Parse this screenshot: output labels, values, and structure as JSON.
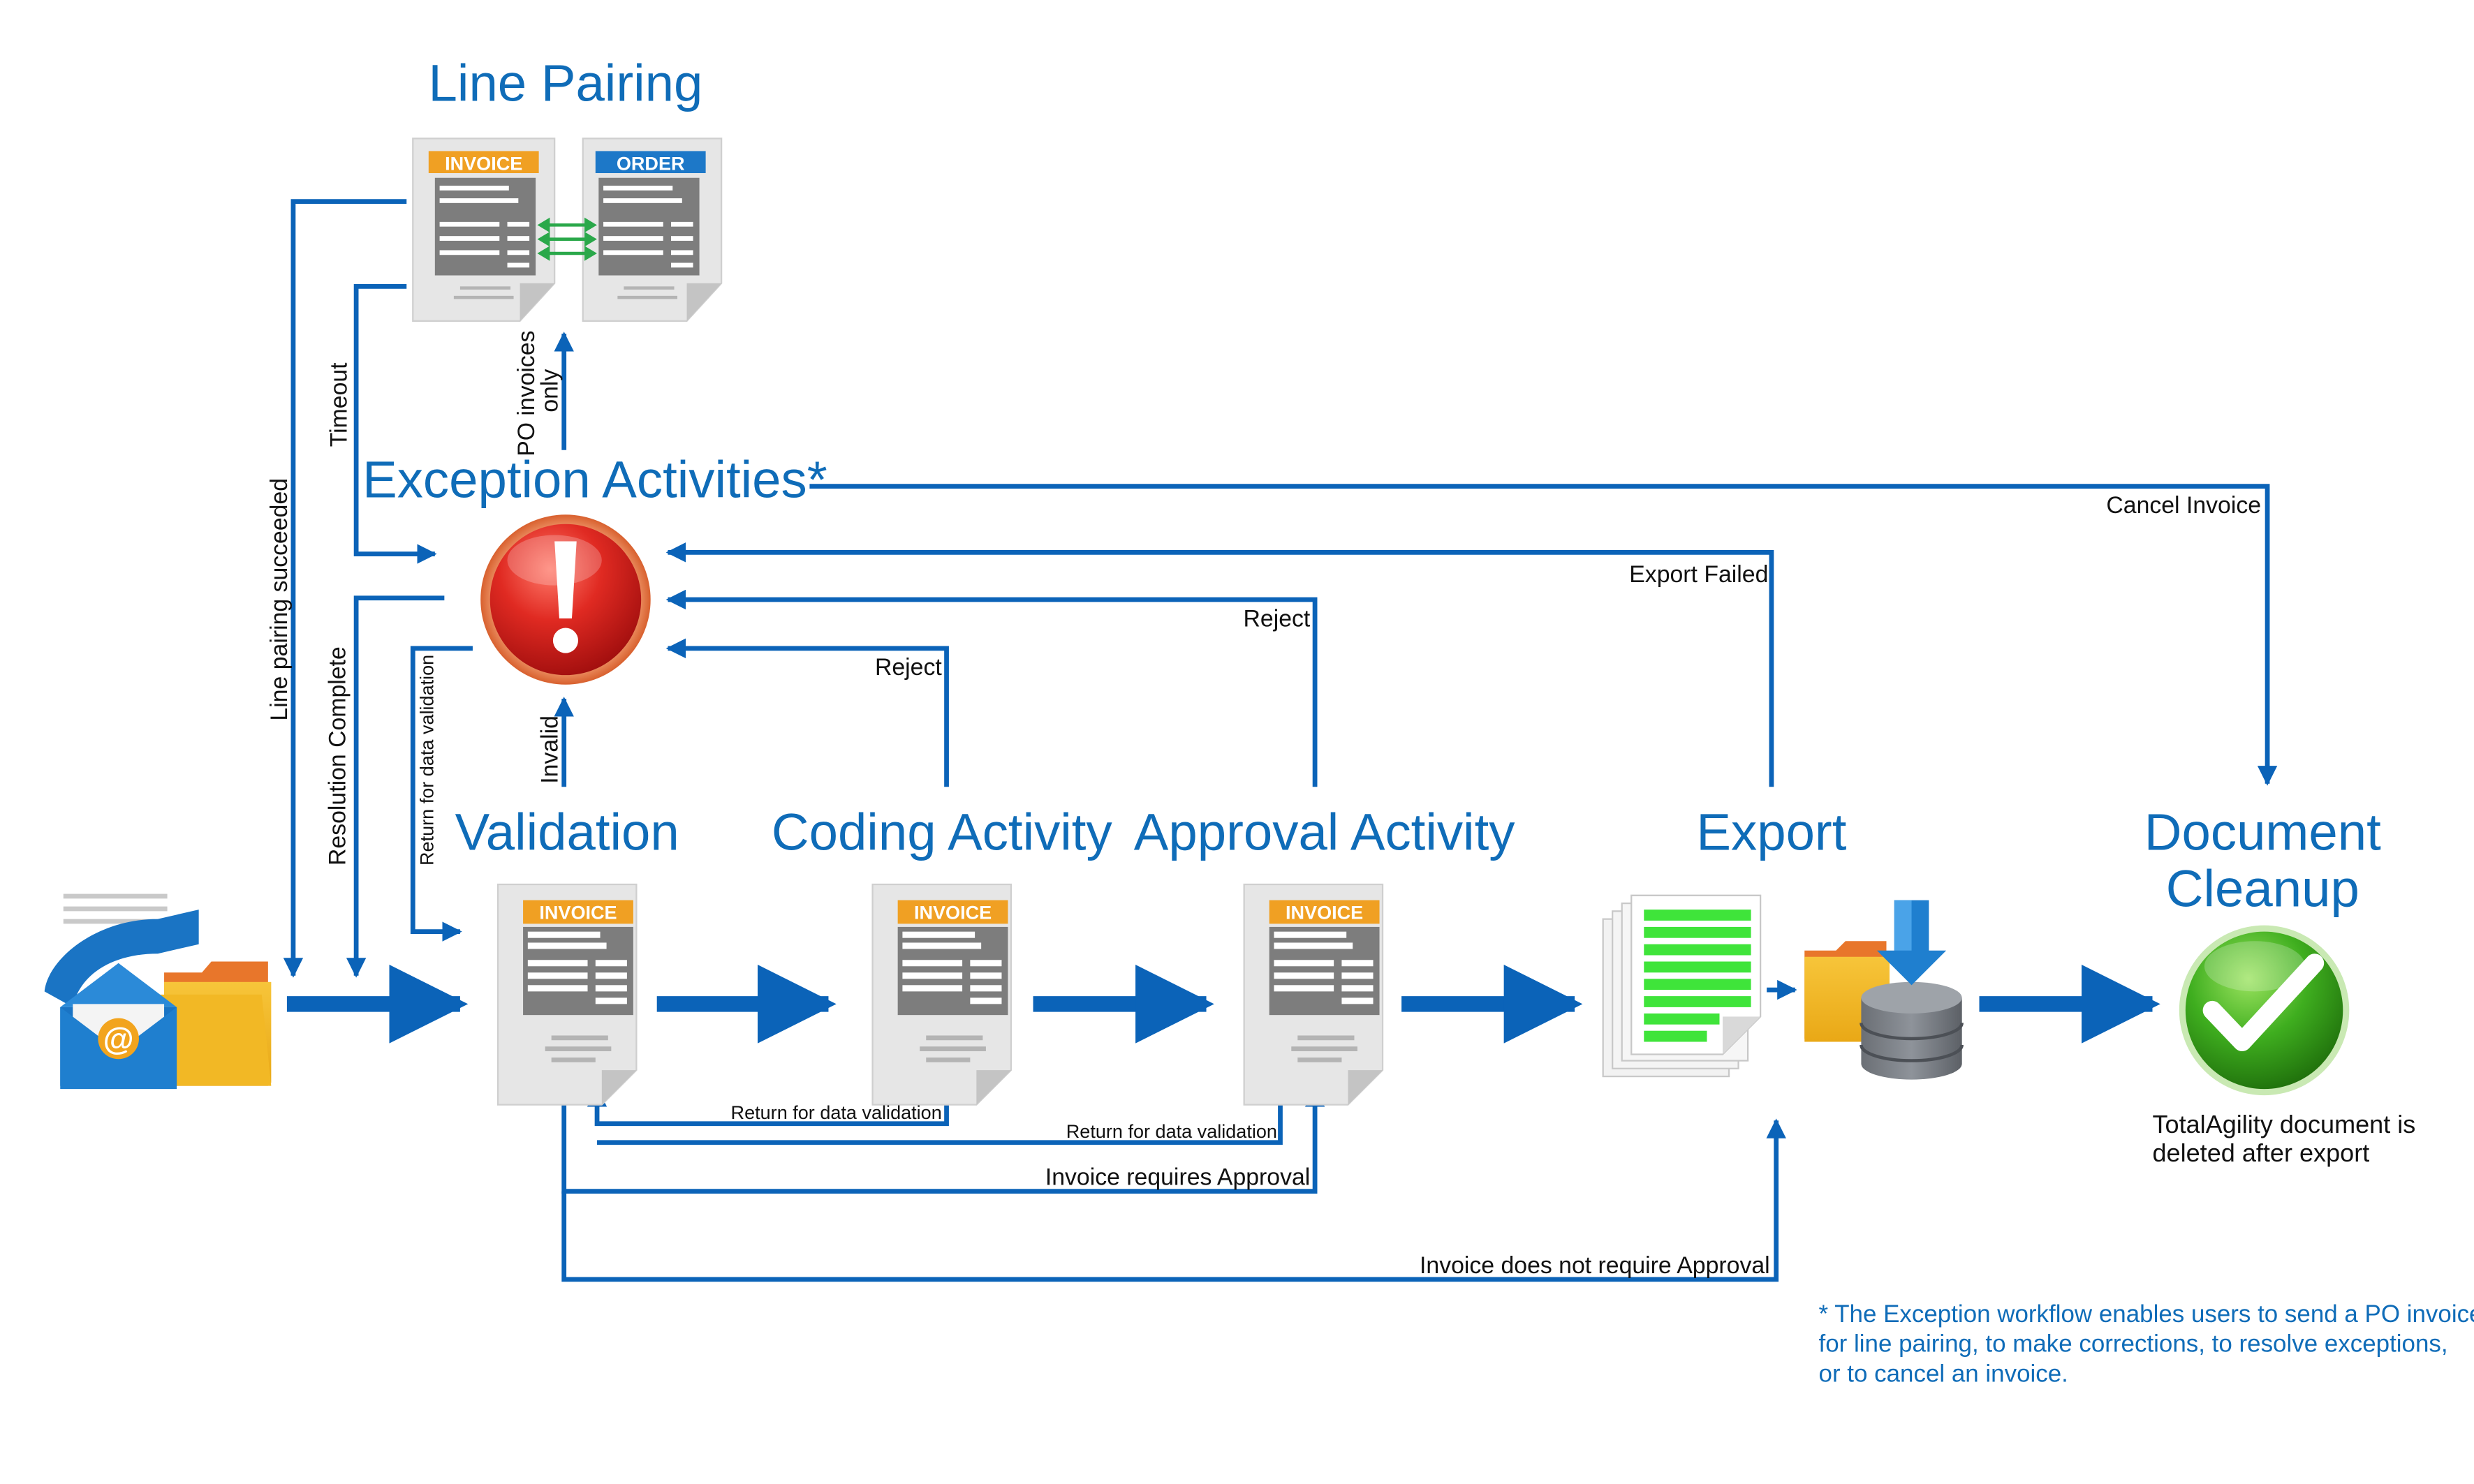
{
  "titles": {
    "line_pairing": "Line Pairing",
    "exception": "Exception Activities*",
    "validation": "Validation",
    "coding": "Coding Activity",
    "approval": "Approval Activity",
    "export": "Export",
    "cleanup_1": "Document",
    "cleanup_2": "Cleanup"
  },
  "documents": {
    "invoice_label": "INVOICE",
    "order_label": "ORDER"
  },
  "edges": {
    "timeout": "Timeout",
    "po_only_1": "PO invoices",
    "po_only_2": "only",
    "line_pairing_succeeded": "Line pairing succeeded",
    "resolution_complete": "Resolution Complete",
    "return_validation_vertical": "Return for data validation",
    "invalid": "Invalid",
    "reject_coding": "Reject",
    "reject_approval": "Reject",
    "export_failed": "Export Failed",
    "cancel_invoice": "Cancel Invoice",
    "return_from_coding": "Return for data validation",
    "return_from_approval": "Return for data validation",
    "requires_approval": "Invoice requires Approval",
    "no_approval": "Invoice does not require Approval"
  },
  "cleanup_caption": {
    "line1": "TotalAgility document is",
    "line2": "deleted after export"
  },
  "footnote": {
    "line1": "* The Exception workflow enables users to send a PO invoice",
    "line2": "for line pairing, to make corrections, to resolve exceptions,",
    "line3": "or to cancel an invoice."
  },
  "colors": {
    "flow_blue": "#0b63b8",
    "title_blue": "#0f6cb8",
    "invoice_orange": "#f0a023",
    "order_blue": "#1d78c8",
    "alert_red": "#d41f1f",
    "success_green": "#3fae1f"
  },
  "icons": [
    "envelope-icon",
    "folder-icon",
    "alert-icon",
    "document-stack-icon",
    "database-icon",
    "checkmark-icon",
    "pairing-arrows-icon"
  ]
}
